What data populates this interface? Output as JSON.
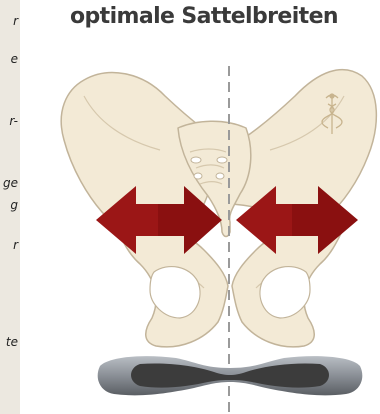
{
  "title": "optimale Sattelbreiten",
  "left_text_fragments": [
    "r",
    "e",
    "r-",
    "ge",
    "g",
    "r",
    "te"
  ],
  "icons": {
    "pelvis": "pelvis-illustration",
    "saddle": "saddle-icon",
    "arrow": "double-arrow-icon",
    "caduceus": "caduceus-icon"
  },
  "colors": {
    "bone": "#f3ead6",
    "bone_outline": "#c2b49a",
    "arrow": "#9b1616",
    "arrow_shade": "#6e0c0c",
    "saddle_dark": "#3c3c3c",
    "saddle_light": "#8a8f96",
    "centerline": "#9a9a9a"
  }
}
